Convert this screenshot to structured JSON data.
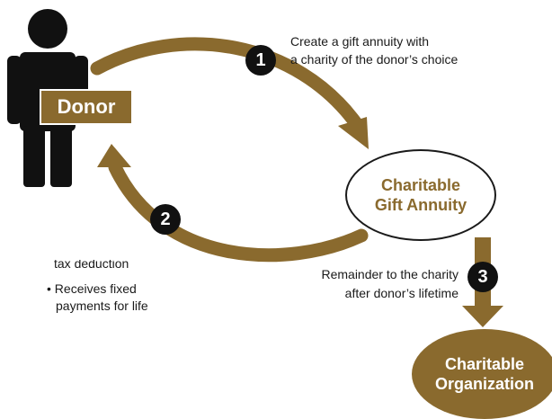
{
  "donor": {
    "label": "Donor"
  },
  "steps": [
    {
      "number": "1",
      "lines": [
        "Create a gift annuity with",
        "a charity of the donor’s choice"
      ]
    },
    {
      "number": "2"
    },
    {
      "number": "3",
      "lines": [
        "Remainder to the charity",
        "after donor’s lifetime"
      ]
    }
  ],
  "gift_annuity": {
    "line1": "Charitable",
    "line2": "Gift Annuity"
  },
  "organization": {
    "line1": "Charitable",
    "line2": "Organization"
  },
  "donor_benefits": {
    "partial_line": "tax deduction",
    "bullet": "• Receives fixed",
    "bullet_cont": "payments for life"
  },
  "colors": {
    "accent": "#8a6a2e",
    "figure": "#111111",
    "text": "#1a1a1a"
  }
}
